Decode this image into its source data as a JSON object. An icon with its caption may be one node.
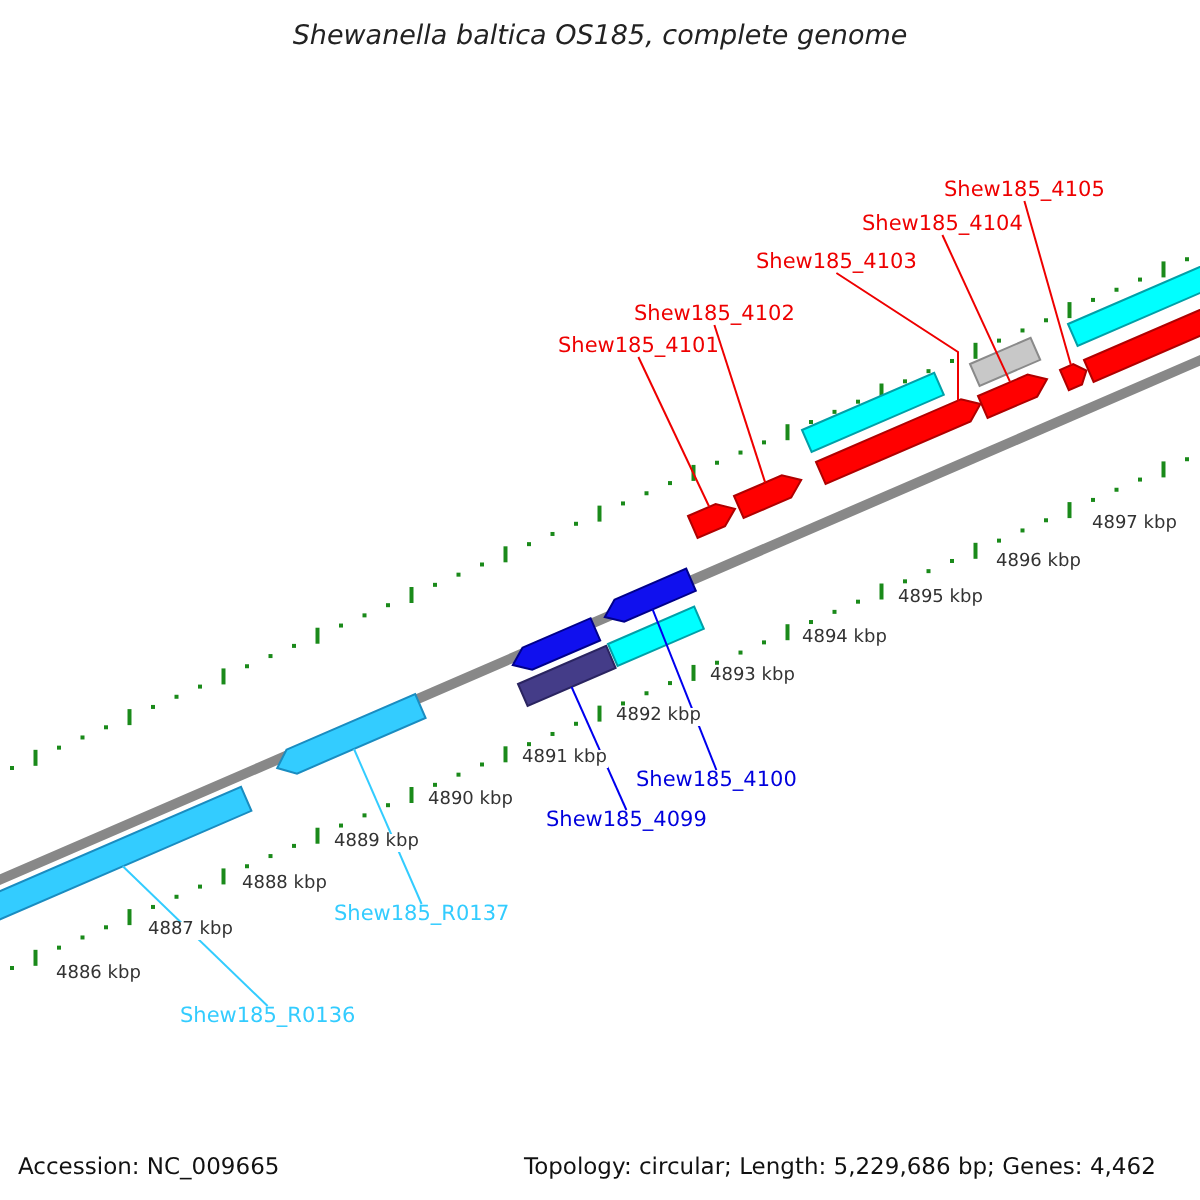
{
  "diagram": {
    "title": "Shewanella baltica OS185, complete genome",
    "nodes": [
      {
        "text": [
          "Shew185_4105"
        ]
      },
      {
        "text": [
          "Shew185_4104"
        ]
      },
      {
        "text": [
          "Shew185_4103"
        ]
      },
      {
        "text": [
          "Shew185_4102"
        ]
      },
      {
        "text": [
          "Shew185_4101"
        ]
      },
      {
        "text": [
          "Shew185_4100"
        ]
      },
      {
        "text": [
          "Shew185_4099"
        ]
      },
      {
        "text": [
          "Shew185_R0137"
        ]
      },
      {
        "text": [
          "Shew185_R0136"
        ]
      },
      {
        "text": [],
        "shape": "bar"
      },
      {
        "text": [],
        "shape": "bar"
      },
      {
        "text": [],
        "shape": "bar"
      },
      {
        "text": [],
        "shape": "bar"
      },
      {
        "text": [],
        "shape": "bar"
      },
      {
        "text": [],
        "shape": "bar"
      },
      {
        "text": [],
        "shape": "bar"
      },
      {
        "text": [],
        "shape": "bar"
      },
      {
        "text": [],
        "shape": "bar"
      },
      {
        "text": [],
        "shape": "bar"
      },
      {
        "text": [],
        "shape": "bar"
      },
      {
        "text": [],
        "shape": "bar"
      },
      {
        "text": [],
        "shape": "bar"
      },
      {
        "text": [],
        "shape": "bar"
      },
      {
        "text": [],
        "shape": "bar"
      }
    ],
    "edges": [
      {
        "from": 0,
        "to": 21,
        "arrow": "none"
      },
      {
        "from": 1,
        "to": 20,
        "arrow": "none"
      },
      {
        "from": 2,
        "to": 18,
        "arrow": "none"
      },
      {
        "from": 3,
        "to": 16,
        "arrow": "none"
      },
      {
        "from": 4,
        "to": 15,
        "arrow": "none"
      },
      {
        "from": 5,
        "to": 13,
        "arrow": "none",
        "color": "#0000ee"
      },
      {
        "from": 6,
        "to": 12,
        "arrow": "none",
        "color": "#0000ee"
      },
      {
        "from": 7,
        "to": 10,
        "arrow": "none",
        "color": "#33ccff"
      },
      {
        "from": 8,
        "to": 9,
        "arrow": "none",
        "color": "#33ccff"
      }
    ],
    "labels": [
      "4897 kbp",
      "4896 kbp",
      "4895 kbp",
      "4894 kbp",
      "4893 kbp",
      "4892 kbp",
      "4891 kbp",
      "4890 kbp",
      "4889 kbp",
      "4888 kbp",
      "4887 kbp",
      "4886 kbp",
      "Accession: NC_009665",
      "Topology: circular; Length: 5,229,686 bp; Genes: 4,462"
    ]
  }
}
